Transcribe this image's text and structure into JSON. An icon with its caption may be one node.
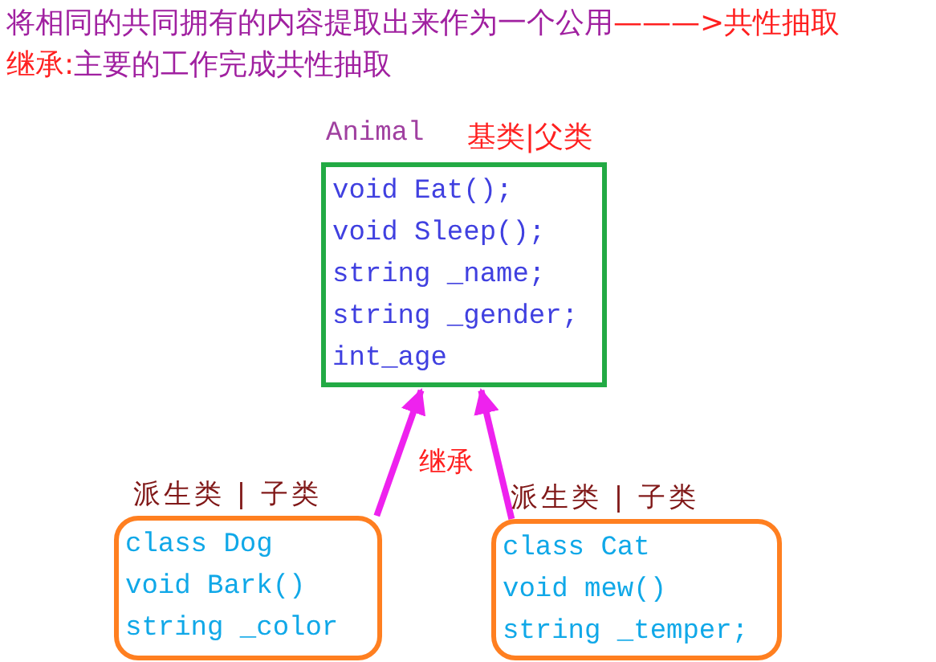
{
  "diagram": {
    "nodes": [
      {
        "text": [
          "Animal",
          "基类|父类",
          "void Eat();",
          "void Sleep();",
          "string _name;",
          "string _gender;",
          "int_age"
        ]
      },
      {
        "text": [
          "派生类 | 子类",
          "class Dog",
          "void Bark()",
          "string _color"
        ]
      },
      {
        "text": [
          "派生类 | 子类",
          "class Cat",
          "void mew()",
          "string _temper;"
        ]
      }
    ],
    "edges": [
      {
        "from": 1,
        "to": 0,
        "arrow": "to",
        "label": "继承"
      },
      {
        "from": 2,
        "to": 0,
        "arrow": "to"
      }
    ],
    "labels": [
      "将相同的共同拥有的内容提取出来作为一个公用",
      "———>",
      "共性抽取",
      "继承:",
      "主要的工作完成共性抽取"
    ]
  }
}
